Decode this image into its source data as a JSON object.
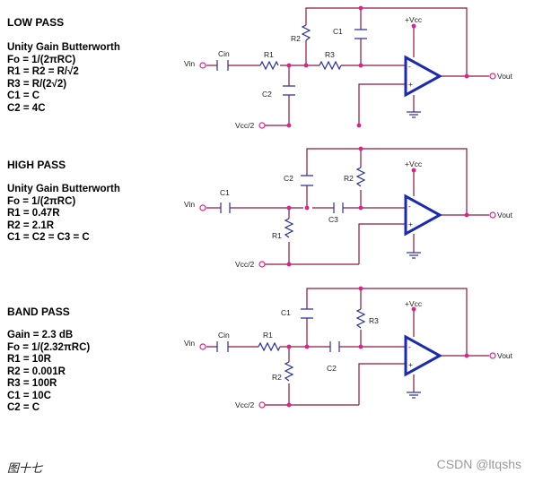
{
  "sections": [
    {
      "title": "LOW PASS",
      "lines": [
        "Unity Gain Butterworth",
        "Fo = 1/(2πRC)",
        "R1 = R2 = R/√2",
        "R3 = R/(2√2)",
        "C1 = C",
        "C2 = 4C"
      ]
    },
    {
      "title": "HIGH PASS",
      "lines": [
        "Unity Gain Butterworth",
        "Fo = 1/(2πRC)",
        "R1 = 0.47R",
        "R2 = 2.1R",
        "C1 = C2 = C3 = C"
      ]
    },
    {
      "title": "BAND PASS",
      "lines": [
        "Gain = 2.3 dB",
        "Fo = 1/(2.32πRC)",
        "R1 = 10R",
        "R2 = 0.001R",
        "R3 = 100R",
        "C1 = 10C",
        "C2 = C"
      ]
    }
  ],
  "circuits": {
    "low": {
      "vin": "Vin",
      "cin": "Cin",
      "r1": "R1",
      "r2": "R2",
      "r3": "R3",
      "c1": "C1",
      "c2": "C2",
      "vcc2": "Vcc/2",
      "vcc": "+Vcc",
      "vout": "Vout",
      "minus": "-",
      "plus": "+"
    },
    "high": {
      "vin": "Vin",
      "c1": "C1",
      "c2": "C2",
      "c3": "C3",
      "r1": "R1",
      "r2": "R2",
      "vcc2": "Vcc/2",
      "vcc": "+Vcc",
      "vout": "Vout",
      "minus": "-",
      "plus": "+"
    },
    "band": {
      "vin": "Vin",
      "cin": "Cin",
      "r1": "R1",
      "r2": "R2",
      "r3": "R3",
      "c1": "C1",
      "c2": "C2",
      "vcc2": "Vcc/2",
      "vcc": "+Vcc",
      "vout": "Vout",
      "minus": "-",
      "plus": "+"
    }
  },
  "caption": "图十七",
  "watermark": "CSDN @ltqshs",
  "colors": {
    "wire": "#8b1a3a",
    "node": "#e0208a",
    "component": "#2a2fa0",
    "opamp": "#1a2bb0"
  }
}
